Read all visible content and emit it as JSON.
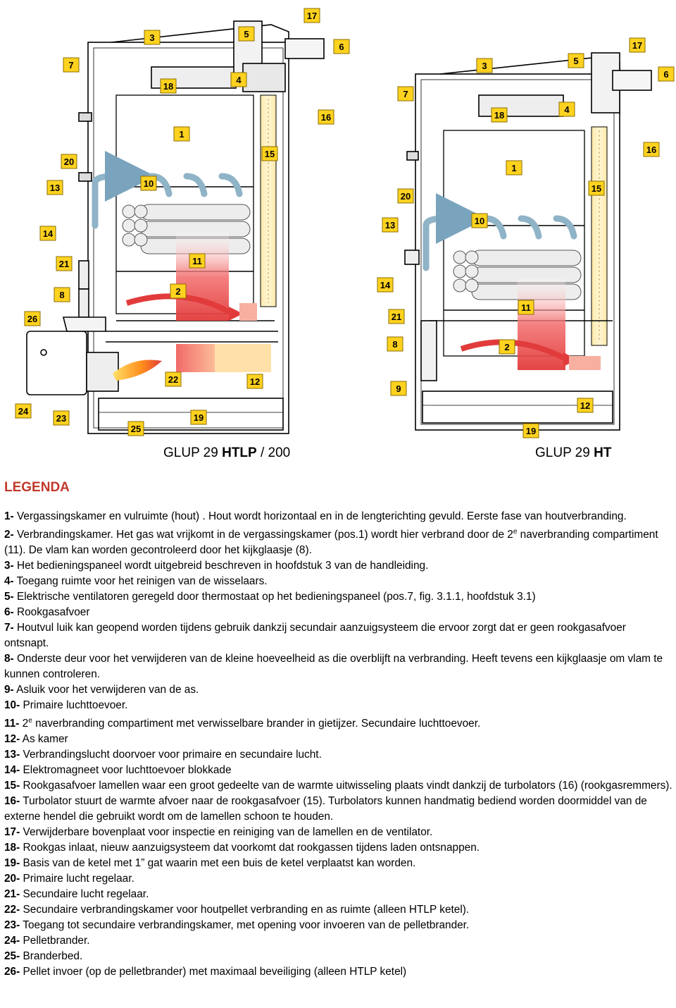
{
  "captions": {
    "left": {
      "prefix": "GLUP 29 ",
      "bold": "HTLP",
      "suffix": " / 200"
    },
    "right": {
      "prefix": "GLUP 29 ",
      "bold": "HT"
    }
  },
  "legend_title": "LEGENDA",
  "legend": [
    {
      "num": "1-",
      "text": " Vergassingskamer en vulruimte (hout) . Hout wordt horizontaal en in de lengterichting gevuld. Eerste fase van houtverbranding."
    },
    {
      "num": "2-",
      "text": " Verbrandingskamer. Het gas wat vrijkomt in de vergassingskamer (pos.1) wordt hier verbrand door de 2",
      "sup": "e",
      "text2": " naverbranding compartiment (11). De vlam kan worden gecontroleerd door het kijkglaasje (8)."
    },
    {
      "num": "3-",
      "text": " Het bedieningspaneel wordt uitgebreid beschreven in hoofdstuk 3 van de handleiding."
    },
    {
      "num": "4-",
      "text": " Toegang ruimte voor het reinigen van de wisselaars."
    },
    {
      "num": "5-",
      "text": " Elektrische ventilatoren geregeld door thermostaat op het bedieningspaneel (pos.7, fig. 3.1.1, hoofdstuk 3.1)"
    },
    {
      "num": "6-",
      "text": " Rookgasafvoer"
    },
    {
      "num": "7-",
      "text": " Houtvul luik kan geopend worden tijdens gebruik dankzij secundair aanzuigsysteem die ervoor zorgt dat er geen rookgasafvoer ontsnapt."
    },
    {
      "num": "8-",
      "text": " Onderste deur voor het verwijderen van de kleine hoeveelheid as die overblijft na verbranding. Heeft tevens een kijkglaasje om vlam te kunnen controleren."
    },
    {
      "num": "9-",
      "text": " Asluik voor het verwijderen van de as."
    },
    {
      "num": "10-",
      "text": " Primaire luchttoevoer."
    },
    {
      "num": "11-",
      "text": " 2",
      "sup": "e",
      "text2": " naverbranding compartiment met verwisselbare brander in gietijzer. Secundaire luchttoevoer."
    },
    {
      "num": "12-",
      "text": " As kamer"
    },
    {
      "num": "13-",
      "text": " Verbrandingslucht doorvoer voor primaire en secundaire lucht."
    },
    {
      "num": "14-",
      "text": " Elektromagneet voor luchttoevoer blokkade"
    },
    {
      "num": "15-",
      "text": " Rookgasafvoer lamellen waar een groot gedeelte van de warmte uitwisseling plaats vindt dankzij de turbolators (16) (rookgasremmers)."
    },
    {
      "num": "16-",
      "text": " Turbolator stuurt de warmte afvoer naar de rookgasafvoer (15). Turbolators kunnen handmatig bediend worden doormiddel van de externe hendel die gebruikt wordt om de lamellen schoon te houden."
    },
    {
      "num": "17-",
      "text": "  Verwijderbare bovenplaat voor inspectie en reiniging van de lamellen en de ventilator."
    },
    {
      "num": "18-",
      "text": "  Rookgas inlaat, nieuw aanzuigsysteem dat voorkomt dat rookgassen tijdens laden ontsnappen."
    },
    {
      "num": "19-",
      "text": "  Basis van de ketel met 1” gat waarin met een buis de ketel verplaatst kan worden."
    },
    {
      "num": "20-",
      "text": "  Primaire lucht regelaar."
    },
    {
      "num": "21-",
      "text": " Secundaire lucht regelaar."
    },
    {
      "num": "22-",
      "text": " Secundaire verbrandingskamer voor houtpellet verbranding en as ruimte (alleen HTLP ketel)."
    },
    {
      "num": "23-",
      "text": " Toegang tot secundaire verbrandingskamer, met opening voor invoeren van de pelletbrander."
    },
    {
      "num": "24-",
      "text": " Pelletbrander."
    },
    {
      "num": "25-",
      "text": " Branderbed."
    },
    {
      "num": "26-",
      "text": " Pellet invoer (op de pelletbrander) met maximaal beveiliging (alleen HTLP ketel)"
    }
  ],
  "left_callouts": [
    "1",
    "2",
    "3",
    "4",
    "5",
    "6",
    "7",
    "8",
    "10",
    "11",
    "12",
    "13",
    "14",
    "15",
    "16",
    "17",
    "18",
    "19",
    "20",
    "21",
    "22",
    "23",
    "24",
    "25",
    "26"
  ],
  "right_callouts": [
    "1",
    "2",
    "3",
    "4",
    "5",
    "6",
    "7",
    "8",
    "9",
    "10",
    "11",
    "12",
    "13",
    "14",
    "15",
    "16",
    "17",
    "18",
    "19",
    "20",
    "21"
  ],
  "colors": {
    "callout_fill": "#ffd21f",
    "callout_stroke": "#8a6d00",
    "legend_title": "#c0392b",
    "hot": "#e6413c",
    "arrow": "#8fb3c7"
  }
}
